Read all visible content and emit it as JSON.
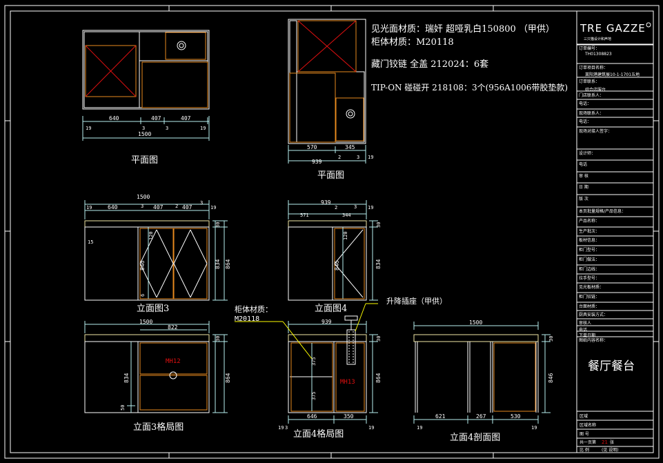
{
  "colors": {
    "background": "#000000",
    "frame": "#ffffff",
    "cabinet": "#e88a1e",
    "counter": "#f2e7a6",
    "accent_red": "#e01010",
    "dimension": "#b9f0f0",
    "leader": "#ffff00"
  },
  "notes": {
    "line1": "见光面材质：瑞奸 超哑乳白150800 （甲供）",
    "line2": "柜体材质：M20118",
    "line3": "藏门铰链 全盖 212024：6套",
    "line4": "TIP-ON  碰碰开 218108：3个(956A1006带胶垫款)"
  },
  "views": {
    "plan1": {
      "title": "平面图",
      "dims_a": [
        "640",
        "407",
        "407"
      ],
      "dims_small": [
        "19",
        "3",
        "3",
        "19"
      ],
      "total": "1500"
    },
    "plan2": {
      "title": "平面图",
      "dims_a": [
        "570",
        "345"
      ],
      "dims_small": [
        "2",
        "3",
        "19"
      ],
      "total": "939"
    },
    "elev3": {
      "title": "立面图3",
      "total": "1500",
      "dims_a": [
        "19",
        "640",
        "3",
        "407",
        "2",
        "407",
        "3",
        "19"
      ],
      "left": "15",
      "h1": "120",
      "h2": "846",
      "h3": "6",
      "v1": "30",
      "v2": "834",
      "v3": "864"
    },
    "elev4": {
      "title": "立面图4",
      "total": "939",
      "dims_a": [
        "2",
        "3",
        "19"
      ],
      "sub": [
        "571",
        "344"
      ],
      "h1": "120",
      "h2": "846",
      "v1": "30",
      "v2": "834"
    },
    "layout3": {
      "title": "立面3格局图",
      "total": "1500",
      "sub": "822",
      "code": "MH12",
      "h": "834",
      "v1": "30",
      "v2": "864",
      "s": "50"
    },
    "layout4": {
      "title": "立面4格局图",
      "total": "939",
      "code": "MH13",
      "sub": [
        "646",
        "350"
      ],
      "small": [
        "19",
        "3",
        "19"
      ],
      "h1": "375",
      "h2": "375",
      "v": "864",
      "v1": "30"
    },
    "section4": {
      "title": "立面4剖面图",
      "total": "1500",
      "sub": [
        "621",
        "267",
        "530"
      ],
      "small": [
        "19",
        "19"
      ],
      "v": "846",
      "v1": "30"
    }
  },
  "callouts": {
    "material_label": "柜体材质：",
    "material_code": "M20118",
    "socket": "升降插座（甲供）"
  },
  "titleblock": {
    "logo": "TRE GAZZE",
    "logo_sub": "三只猫设计和声地",
    "rows": [
      "订单编号：",
      "订单项目名称：",
      "订单联系：",
      "门店联系人：",
      "电话：",
      "现场联系人：",
      "电话：",
      "现场对接人签字：",
      "设计师：",
      "电话",
      "审 核",
      "日 期",
      "版 次",
      "本页批量规格/产品信息：",
      "产品名称：",
      "生产批次：",
      "板材信息：",
      "柜门型号：",
      "柜门做法：",
      "柜门边线：",
      "拉手型号：",
      "见光板材质：",
      "柜门铰链：",
      "台面材质：",
      "厨具安装方式：",
      "审核人",
      "电话",
      "下单日期"
    ],
    "order_no": "TH01308823",
    "project": "莱阳港建筑展10-1-1701五地",
    "contact": "综合店服台",
    "drawing_name_label": "图纸内容名称：",
    "drawing_name": "餐厅餐台",
    "footer": {
      "area_label": "区域",
      "area_value": "区域名称",
      "drawing_no_label": "图 号",
      "pages_label": "共一页第",
      "page_num": "21",
      "pages_tail": "张",
      "scale_label": "比 例",
      "scale_value": "(见 说明)"
    }
  }
}
